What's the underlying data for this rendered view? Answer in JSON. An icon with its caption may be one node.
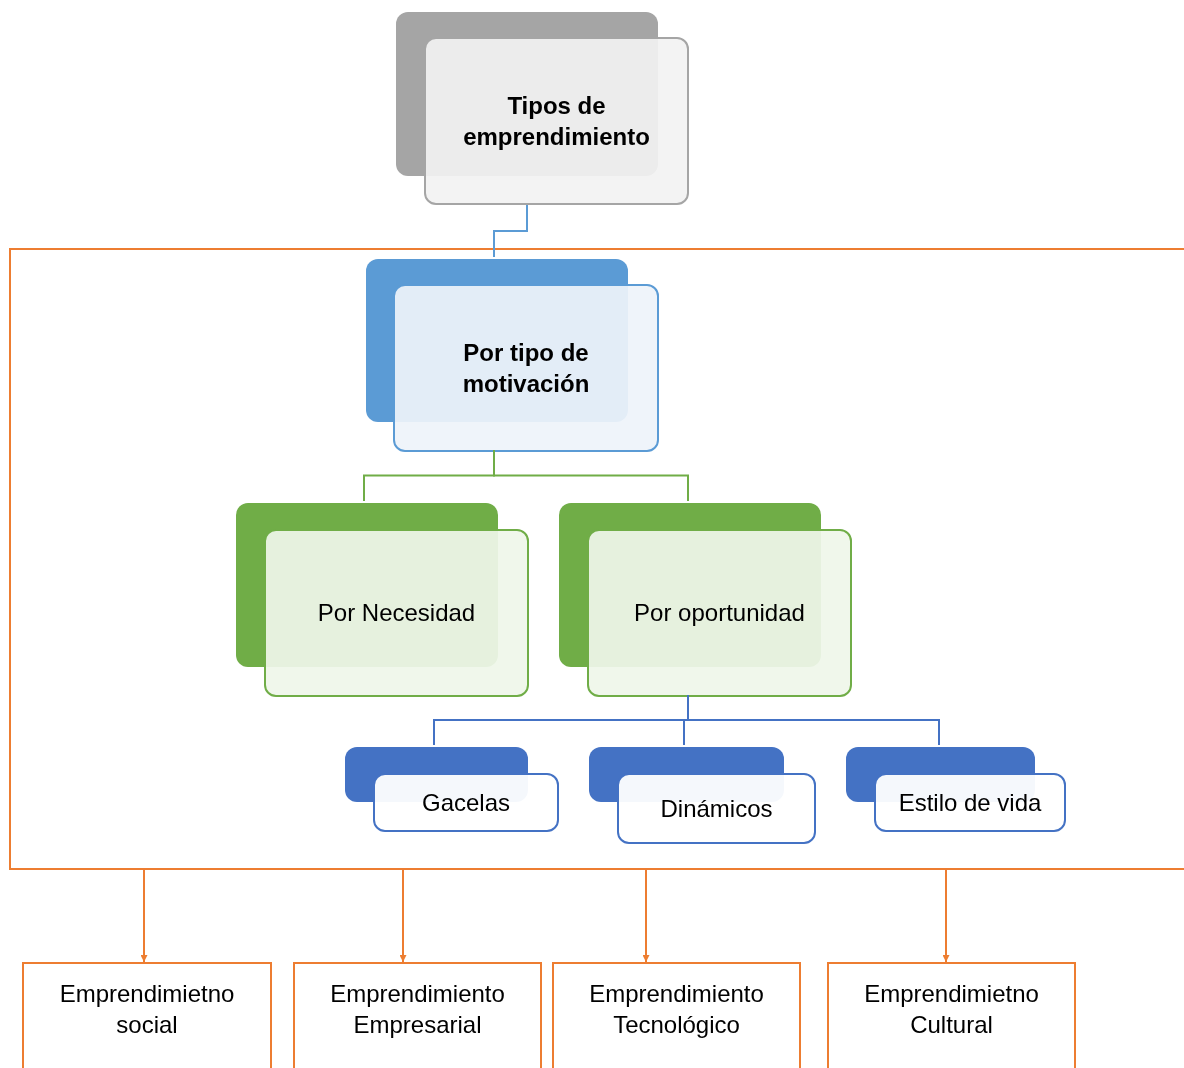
{
  "diagram": {
    "nodes": [
      {
        "text": [
          "Tipos de emprendimiento"
        ]
      },
      {
        "text": [],
        "shape": "box"
      },
      {
        "text": [
          "Por tipo de motivación"
        ],
        "in": 1
      },
      {
        "text": [
          "Por Necesidad"
        ],
        "in": 1
      },
      {
        "text": [
          "Por oportunidad"
        ],
        "in": 1
      },
      {
        "text": [
          "Gacelas"
        ],
        "in": 1
      },
      {
        "text": [
          "Dinámicos"
        ],
        "in": 1
      },
      {
        "text": [
          "Estilo de vida"
        ],
        "in": 1
      },
      {
        "text": [
          "Emprendimietno social"
        ]
      },
      {
        "text": [
          "Emprendimiento Empresarial"
        ]
      },
      {
        "text": [
          "Emprendimiento Tecnológico"
        ]
      },
      {
        "text": [
          "Emprendimietno Cultural"
        ]
      }
    ],
    "edges": [
      {
        "from": 0,
        "to": 2,
        "arrow": "none",
        "color": "#5b9bd5"
      },
      {
        "from": 2,
        "to": 3,
        "arrow": "none",
        "color": "#70ad47"
      },
      {
        "from": 2,
        "to": 4,
        "arrow": "none",
        "color": "#70ad47"
      },
      {
        "from": 4,
        "to": 5,
        "arrow": "none",
        "color": "#4472c4"
      },
      {
        "from": 4,
        "to": 6,
        "arrow": "none",
        "color": "#4472c4"
      },
      {
        "from": 4,
        "to": 7,
        "arrow": "none",
        "color": "#4472c4"
      },
      {
        "from": 1,
        "to": 8,
        "arrow": "to"
      },
      {
        "from": 1,
        "to": 9,
        "arrow": "to"
      },
      {
        "from": 1,
        "to": 10,
        "arrow": "to"
      },
      {
        "from": 1,
        "to": 11,
        "arrow": "to"
      }
    ]
  }
}
